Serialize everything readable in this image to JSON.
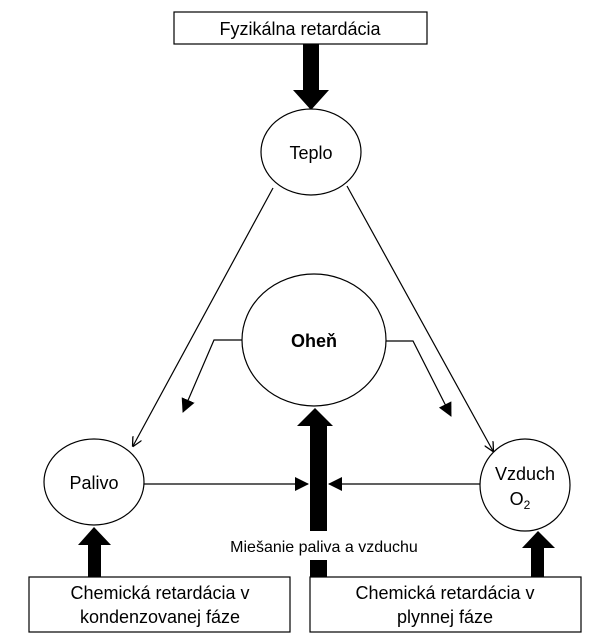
{
  "title_box": {
    "label": "Fyzikálna retardácia"
  },
  "nodes": {
    "teplo": {
      "label": "Teplo"
    },
    "ohen": {
      "label": "Oheň"
    },
    "palivo": {
      "label": "Palivo"
    },
    "vzduch": {
      "label_line1": "Vzduch",
      "label_line2": "O",
      "label_sub": "2"
    }
  },
  "mixing_label": "Miešanie paliva a vzduchu",
  "boxes": {
    "left": {
      "line1": "Chemická retardácia v",
      "line2": "kondenzovanej fáze"
    },
    "right": {
      "line1": "Chemická retardácia v",
      "line2": "plynnej fáze"
    }
  },
  "edges": [
    {
      "from": "Fyzikálna retardácia",
      "to": "Teplo",
      "style": "thick"
    },
    {
      "from": "Teplo",
      "to": "Palivo",
      "style": "thin"
    },
    {
      "from": "Teplo",
      "to": "Vzduch",
      "style": "thin"
    },
    {
      "from": "Oheň",
      "to": "left",
      "style": "thin"
    },
    {
      "from": "Oheň",
      "to": "right",
      "style": "thin"
    },
    {
      "from": "Palivo",
      "to": "Miešanie",
      "style": "thin"
    },
    {
      "from": "Vzduch",
      "to": "Miešanie",
      "style": "thin"
    },
    {
      "from": "Miešanie paliva a vzduchu",
      "to": "Oheň",
      "style": "thick"
    },
    {
      "from": "Chemická retardácia v kondenzovanej fáze",
      "to": "Palivo",
      "style": "thick"
    },
    {
      "from": "Chemická retardácia v plynnej fáze",
      "to": "Vzduch",
      "style": "thick"
    }
  ]
}
